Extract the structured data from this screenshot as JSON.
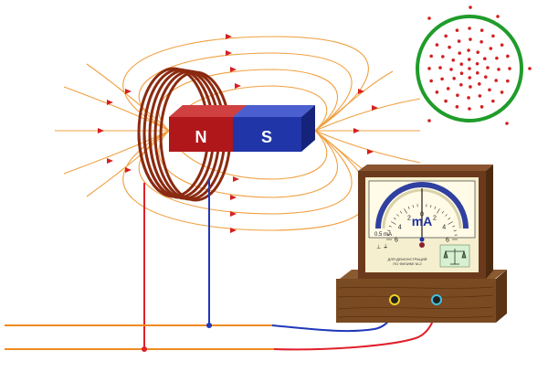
{
  "magnet": {
    "north_label": "N",
    "south_label": "S",
    "north_color": "#b0171b",
    "south_color": "#1f35a8"
  },
  "coil": {
    "color": "#8b2a10"
  },
  "field": {
    "line_color": "#f0a040",
    "arrow_color": "#d42020"
  },
  "cross_section": {
    "ring_color": "#1f9c2a",
    "dot_color": "#d42020"
  },
  "meter": {
    "unit": "mA",
    "range_label": "0.5 mA",
    "scale_labels": [
      "6",
      "4",
      "2",
      "0",
      "2",
      "4",
      "6"
    ],
    "small_text_1": "ДЛЯ ДЕМОНСТРАЦИЙ",
    "small_text_2": "ПО ФИЗИКЕ  М-2",
    "case_color": "#6b3a1c",
    "face_color": "#f5efcf"
  },
  "wires": {
    "red": "#e0202a",
    "blue": "#2038b8",
    "orange": "#f08a20"
  }
}
